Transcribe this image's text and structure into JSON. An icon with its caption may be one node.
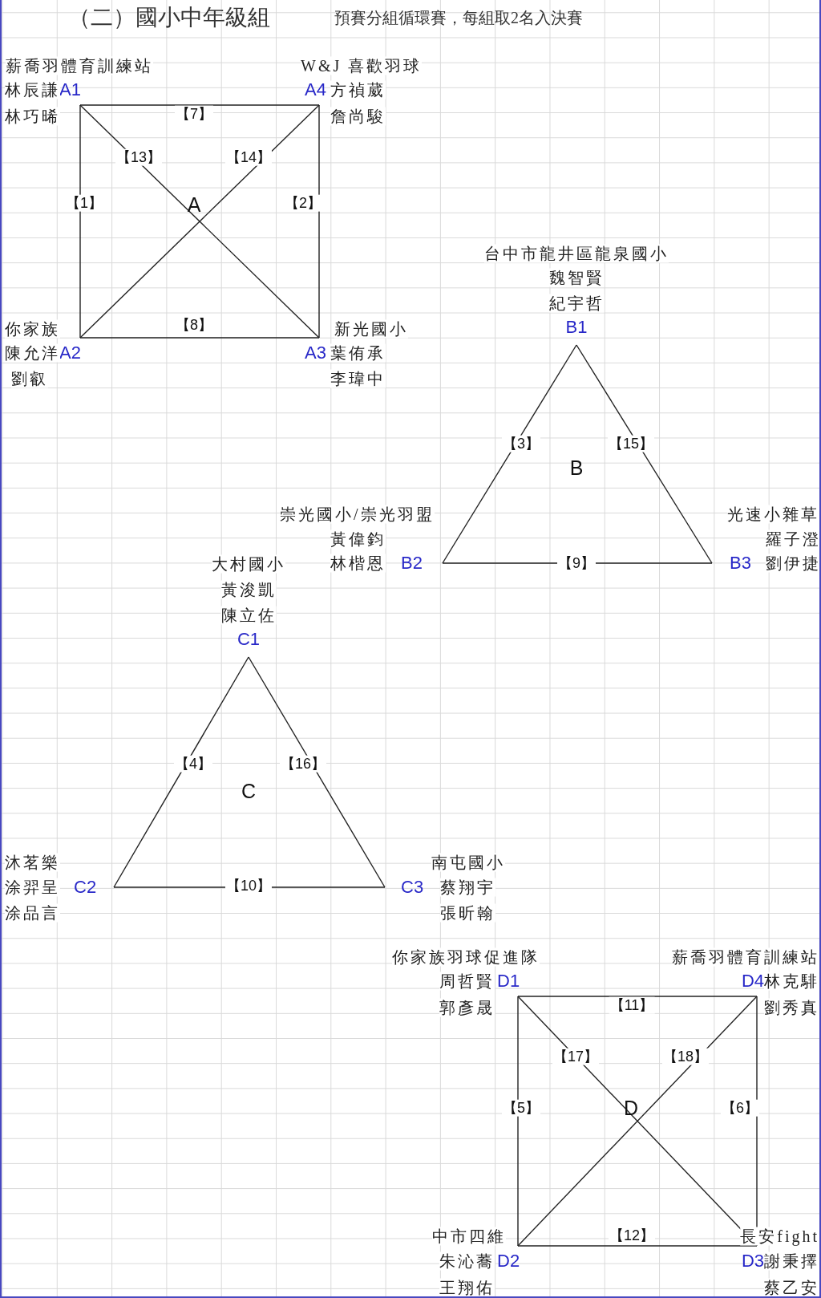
{
  "diagram": {
    "title": "（二）國小中年級組",
    "nodes": [
      {
        "text": [
          "A1"
        ],
        "beside": [
          "薪喬羽體育訓練站",
          "林辰謙",
          "林巧晞"
        ]
      },
      {
        "text": [
          "A4"
        ],
        "beside": [
          "W&J 喜歡羽球",
          "方禎葳",
          "詹尚駿"
        ]
      },
      {
        "text": [
          "A2"
        ],
        "beside": [
          "你家族",
          "陳允洋",
          "劉叡"
        ]
      },
      {
        "text": [
          "A3"
        ],
        "beside": [
          "新光國小",
          "葉侑承",
          "李瑋中"
        ]
      },
      {
        "text": [
          "B1"
        ],
        "beside": [
          "台中市龍井區龍泉國小",
          "魏智賢",
          "紀宇哲"
        ]
      },
      {
        "text": [
          "B2"
        ],
        "beside": [
          "崇光國小/崇光羽盟",
          "黃偉鈞",
          "林楷恩"
        ]
      },
      {
        "text": [
          "B3"
        ],
        "beside": [
          "光速小雜草",
          "羅子澄",
          "劉伊捷"
        ]
      },
      {
        "text": [
          "C1"
        ],
        "beside": [
          "大村國小",
          "黃浚凱",
          "陳立佐"
        ]
      },
      {
        "text": [
          "C2"
        ],
        "beside": [
          "沐茗樂",
          "涂羿呈",
          "涂品言"
        ]
      },
      {
        "text": [
          "C3"
        ],
        "beside": [
          "南屯國小",
          "蔡翔宇",
          "張昕翰"
        ]
      },
      {
        "text": [
          "D1"
        ],
        "beside": [
          "你家族羽球促進隊",
          "周哲賢",
          "郭彥晟"
        ]
      },
      {
        "text": [
          "D4"
        ],
        "beside": [
          "薪喬羽體育訓練站",
          "林克騑",
          "劉秀真"
        ]
      },
      {
        "text": [
          "D2"
        ],
        "beside": [
          "中市四維",
          "朱沁蕎",
          "王翔佑"
        ]
      },
      {
        "text": [
          "D3"
        ],
        "beside": [
          "長安fight",
          "謝秉擇",
          "蔡乙安"
        ]
      }
    ],
    "edges": [
      {
        "from": 0,
        "to": 1,
        "arrow": "none",
        "label": "【7】"
      },
      {
        "from": 0,
        "to": 2,
        "arrow": "none",
        "label": "【1】"
      },
      {
        "from": 1,
        "to": 3,
        "arrow": "none",
        "label": "【2】"
      },
      {
        "from": 2,
        "to": 3,
        "arrow": "none",
        "label": "【8】"
      },
      {
        "from": 0,
        "to": 3,
        "arrow": "none",
        "label": "【13】"
      },
      {
        "from": 1,
        "to": 2,
        "arrow": "none",
        "label": "【14】"
      },
      {
        "from": 4,
        "to": 5,
        "arrow": "none",
        "label": "【3】"
      },
      {
        "from": 4,
        "to": 6,
        "arrow": "none",
        "label": "【15】"
      },
      {
        "from": 5,
        "to": 6,
        "arrow": "none",
        "label": "【9】"
      },
      {
        "from": 7,
        "to": 8,
        "arrow": "none",
        "label": "【4】"
      },
      {
        "from": 7,
        "to": 9,
        "arrow": "none",
        "label": "【16】"
      },
      {
        "from": 8,
        "to": 9,
        "arrow": "none",
        "label": "【10】"
      },
      {
        "from": 10,
        "to": 11,
        "arrow": "none",
        "label": "【11】"
      },
      {
        "from": 10,
        "to": 12,
        "arrow": "none",
        "label": "【5】"
      },
      {
        "from": 11,
        "to": 13,
        "arrow": "none",
        "label": "【6】"
      },
      {
        "from": 12,
        "to": 13,
        "arrow": "none",
        "label": "【12】"
      },
      {
        "from": 10,
        "to": 13,
        "arrow": "none",
        "label": "【17】"
      },
      {
        "from": 11,
        "to": 12,
        "arrow": "none",
        "label": "【18】"
      }
    ],
    "labels": [
      "預賽分組循環賽，每組取2名入決賽",
      "A",
      "B",
      "C",
      "D"
    ]
  }
}
